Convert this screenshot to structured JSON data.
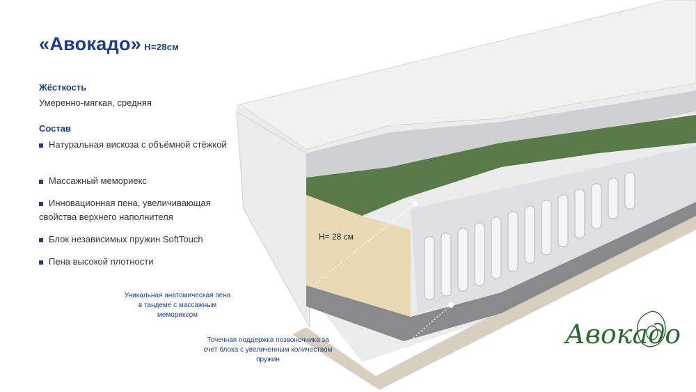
{
  "title": "«Авокадо»",
  "height_label": "H=28см",
  "firmness": {
    "label": "Жёсткость",
    "value": "Умеренно-мягкая, средняя"
  },
  "composition": {
    "label": "Состав",
    "items": [
      "Натуральная вискоза с объёмной стёжкой",
      "Массажный мемориекс",
      "Инновационная пена, увеличивающая свойства верхнего наполнителя",
      "Блок независимых пружин SoftTouch",
      "Пена высокой плотности"
    ]
  },
  "callouts": [
    "Уникальная анатомическая пена в тандеме с массажным мемориксом",
    "Точечная поддержка позвоночника за счет блока с увеличенным количеством пружин"
  ],
  "diagram_height_label": "H= 28 см",
  "logo": "Авокадо",
  "colors": {
    "accent": "#1c3d8c",
    "green_layer": "#5a7a4a",
    "foam": "#e9d9b4",
    "logo_green": "#2b6a2e"
  }
}
